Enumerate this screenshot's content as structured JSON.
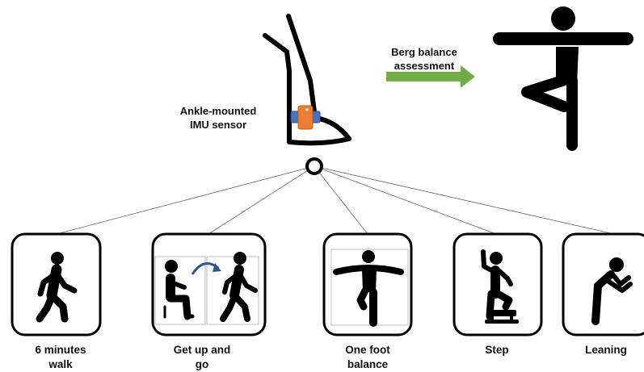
{
  "sensor": {
    "label_line1": "Ankle-mounted",
    "label_line2": "IMU sensor"
  },
  "assessment": {
    "label_line1": "Berg balance",
    "label_line2": "assessment",
    "arrow_color": "#70ad47"
  },
  "sensor_colors": {
    "strap": "#4472c4",
    "device": "#ed7d31"
  },
  "tasks": [
    {
      "line1": "6 minutes",
      "line2": "walk",
      "icon": "walking-person-icon"
    },
    {
      "line1": "Get up and",
      "line2": "go",
      "icon": "sit-to-walk-icon"
    },
    {
      "line1": "One foot",
      "line2": "balance",
      "icon": "one-foot-balance-icon"
    },
    {
      "line1": "Step",
      "line2": "",
      "icon": "step-up-icon"
    },
    {
      "line1": "Leaning",
      "line2": "",
      "icon": "leaning-person-icon"
    }
  ]
}
